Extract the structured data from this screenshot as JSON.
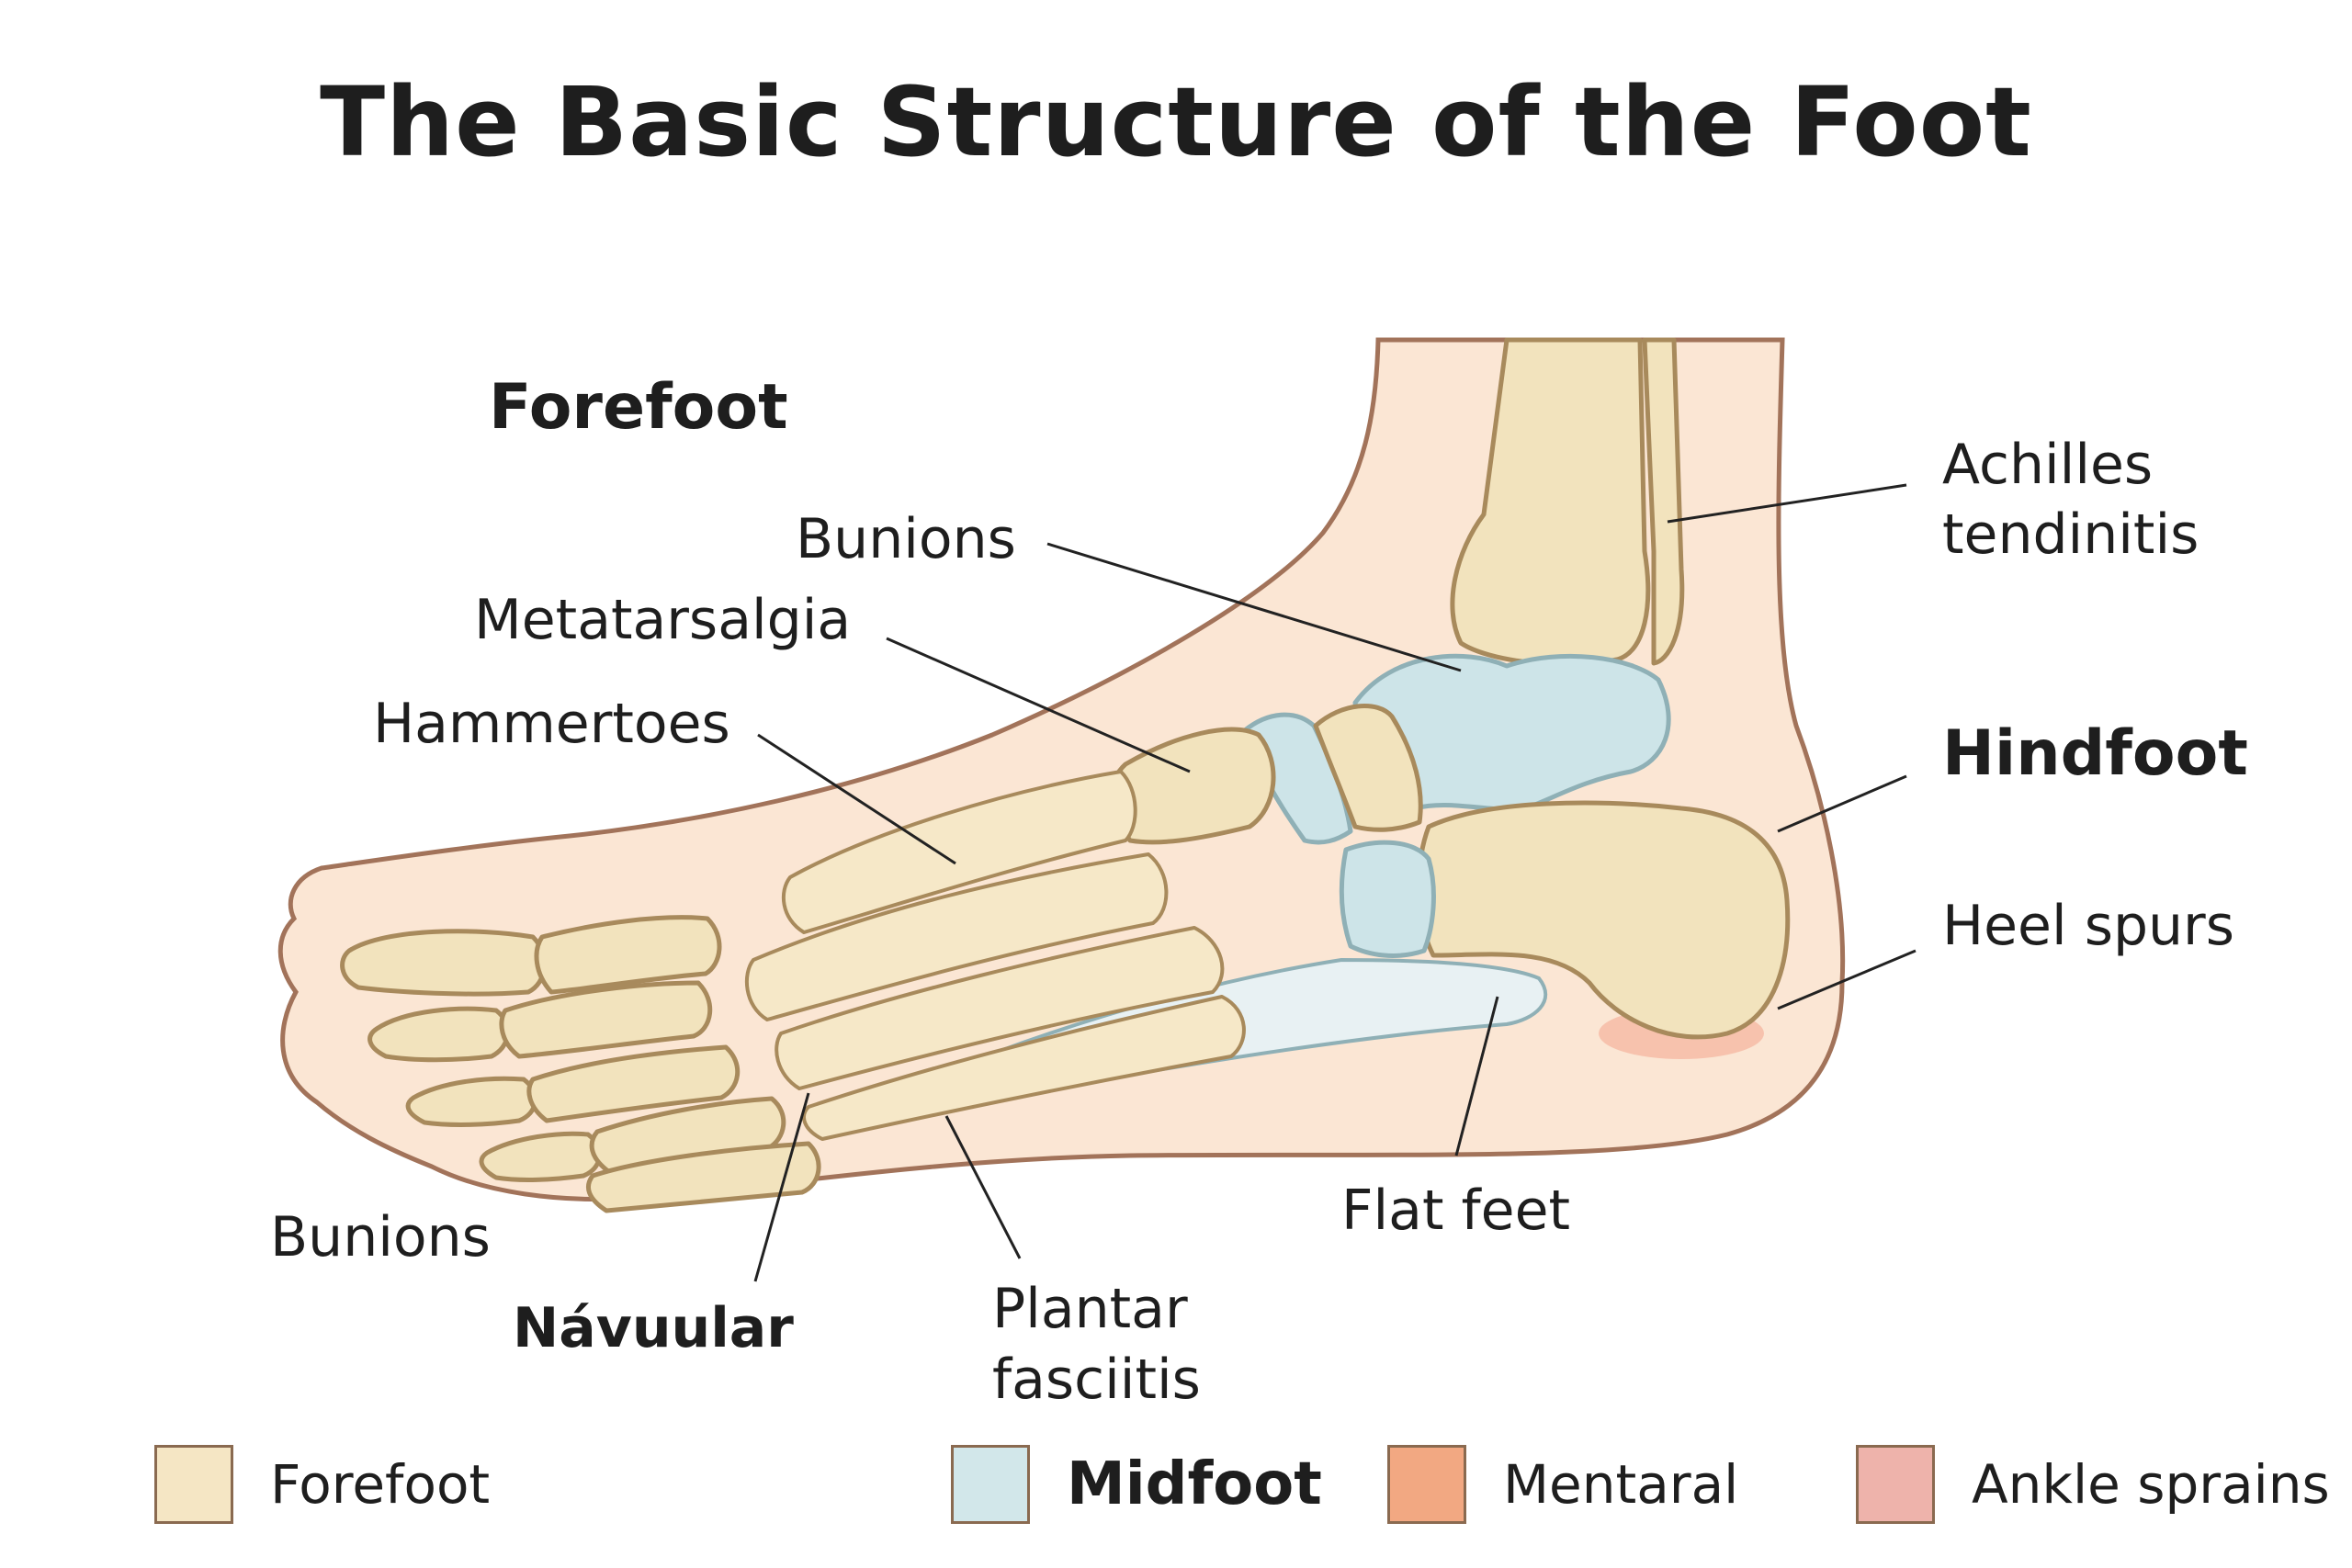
{
  "title": "The Basic Structure of the Foot",
  "labels": {
    "forefoot_region": "Forefoot",
    "bunions_top": "Bunions",
    "metatarsalgia": "Metatarsalgia",
    "hammertoes": "Hammertoes",
    "achilles_line1": "Achilles",
    "achilles_line2": "tendinitis",
    "hindfoot": "Hindfoot",
    "heel_spurs": "Heel spurs",
    "flat_feet": "Flat feet",
    "bunions_bottom": "Bunions",
    "navuular": "Návuular",
    "plantar_line1": "Plantar",
    "plantar_line2": "fasciitis"
  },
  "legend": [
    {
      "label": "Forefoot",
      "color": "#f5e6c4"
    },
    {
      "label": "Midfoot",
      "color": "#d2e7ea"
    },
    {
      "label": "Mentaral",
      "color": "#f2a882"
    },
    {
      "label": "Ankle sprains",
      "color": "#eeb3ab"
    }
  ],
  "colors": {
    "skin": "#fbe6d4",
    "skin_outline": "#a2735a",
    "bone": "#f2e3bd",
    "midfoot": "#cde4e8",
    "heel_highlight": "#f4a48c"
  }
}
